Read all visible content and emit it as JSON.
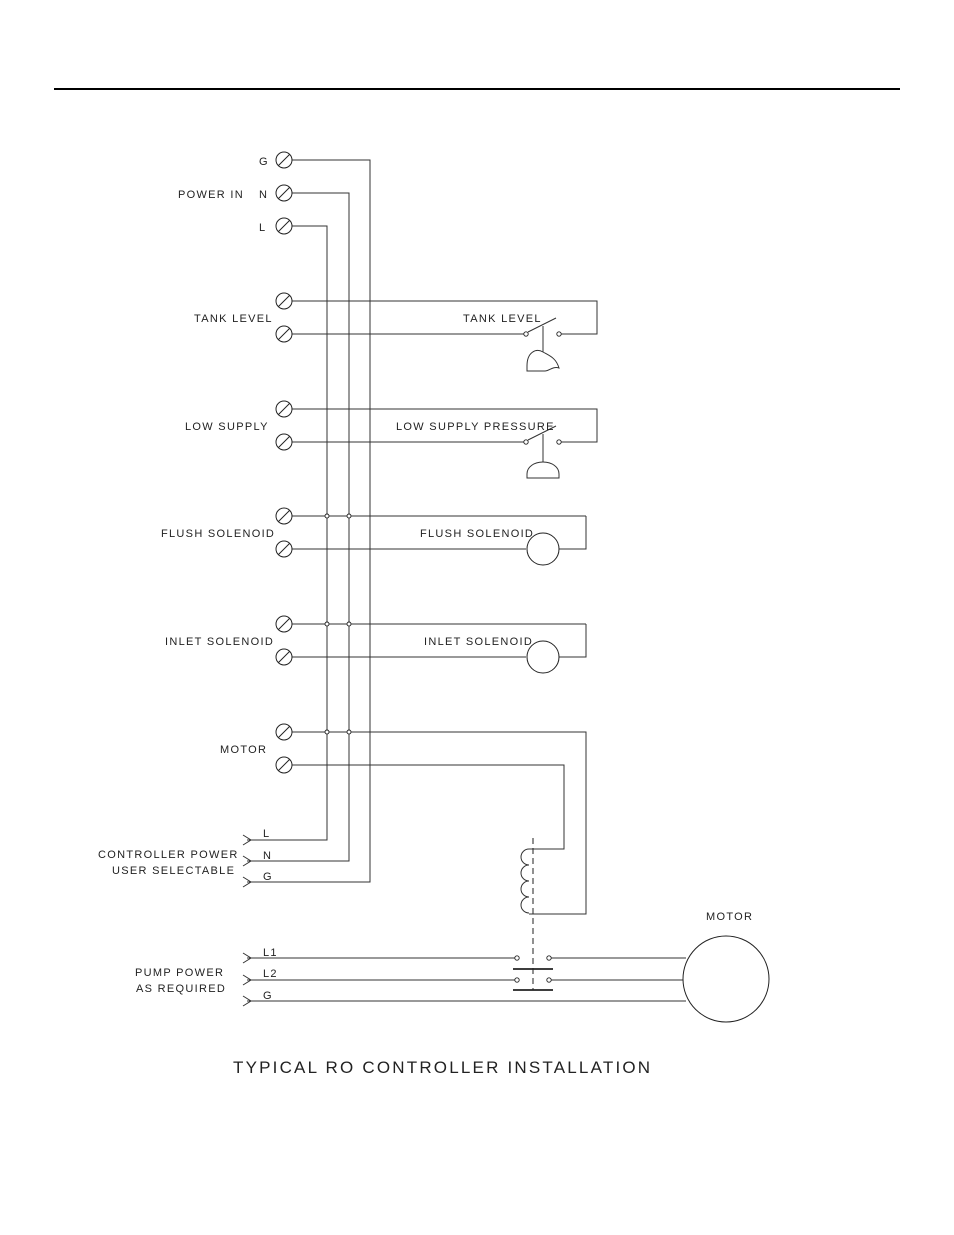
{
  "diagram": {
    "terminals": {
      "power_in": {
        "label": "POWER  IN",
        "g": "G",
        "n": "N",
        "l": "L"
      },
      "tank_level": "TANK  LEVEL",
      "low_supply": "LOW  SUPPLY",
      "flush_solenoid": "FLUSH  SOLENOID",
      "inlet_solenoid": "INLET  SOLENOID",
      "motor": "MOTOR"
    },
    "devices": {
      "tank_level_switch": "TANK  LEVEL",
      "low_supply_pressure_switch": "LOW  SUPPLY  PRESSURE",
      "flush_solenoid_coil": "FLUSH  SOLENOID",
      "inlet_solenoid_coil": "INLET  SOLENOID",
      "pump_motor": "MOTOR"
    },
    "controller_power": {
      "line1": "CONTROLLER  POWER",
      "line2": "USER  SELECTABLE",
      "l": "L",
      "n": "N",
      "g": "G"
    },
    "pump_power": {
      "line1": "PUMP  POWER",
      "line2": "AS  REQUIRED",
      "l1": "L1",
      "l2": "L2",
      "g": "G"
    },
    "title": "TYPICAL  RO  CONTROLLER  INSTALLATION"
  }
}
